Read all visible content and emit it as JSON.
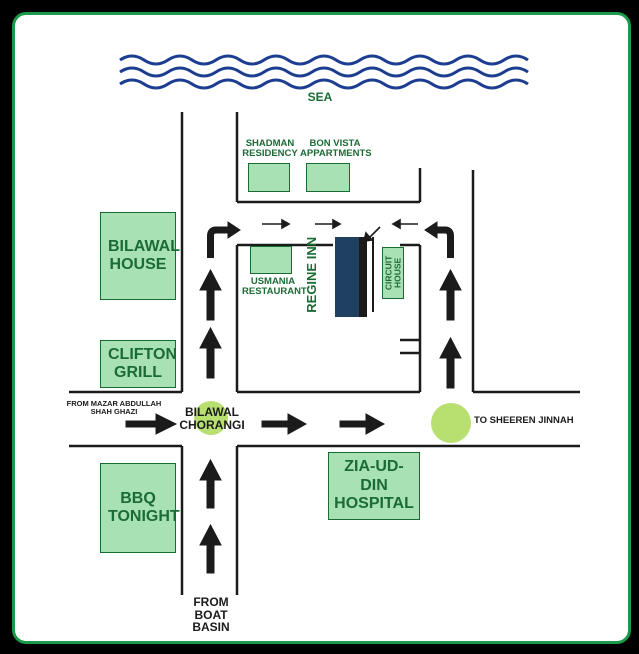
{
  "map": {
    "sea": "SEA",
    "landmarks": {
      "shadman": "SHADMAN RESIDENCY",
      "bon_vista": "BON VISTA APPARTMENTS",
      "bilawal_house": "BILAWAL HOUSE",
      "clifton_grill": "CLIFTON GRILL",
      "bbq_tonight": "BBQ TONIGHT",
      "usmania": "USMANIA RESTAURANT",
      "regine_inn": "REGINE INN",
      "circuit_house": "CIRCUIT HOUSE",
      "zia_ud_din": "ZIA-UD-DIN HOSPITAL"
    },
    "roads": {
      "from_mazar": "FROM MAZAR ABDULLAH SHAH GHAZI",
      "bilawal_chorangi": "BILAWAL CHORANGI",
      "to_sheeren": "TO SHEEREN JINNAH",
      "from_boat_basin": "FROM BOAT BASIN"
    },
    "colors": {
      "road_line": "#1b1b1b",
      "label_green": "#1b6b35",
      "building_fill": "#a8e2b4",
      "sea_wave": "#1c3d8f",
      "roundabout": "#b8e070",
      "hotel_fill": "#1f4060",
      "frame_border": "#1a9a4a"
    }
  }
}
